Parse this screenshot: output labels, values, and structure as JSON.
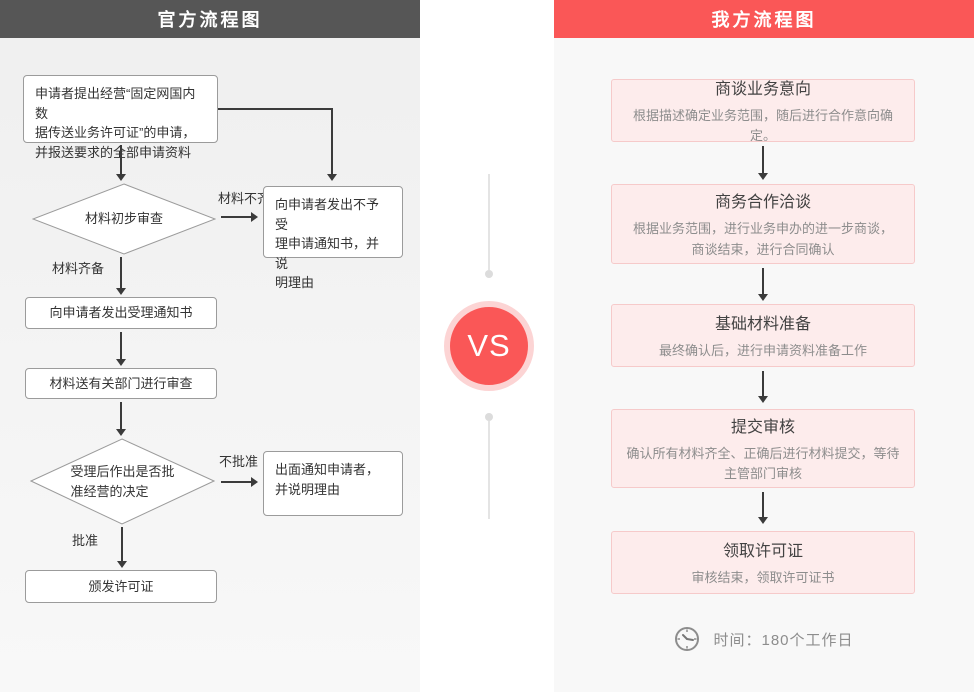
{
  "colors": {
    "accent": "#fa5757",
    "accent_ring": "#fcd4d4",
    "header_dark": "#565656",
    "pink_bg": "#fdecec",
    "pink_border": "#f6caca",
    "box_border": "#9b9b9b",
    "arrow": "#3b3b3b",
    "text_dark": "#424242",
    "text_gray": "#8d8d8d",
    "box_text": "#333333",
    "divider_line": "#e4e4e4",
    "divider_dot": "#dcdcdc"
  },
  "vs_badge": "VS",
  "official": {
    "title": "官方流程图",
    "apply": "申请者提出经营“固定网国内数\n据传送业务许可证”的申请，\n并报送要求的全部申请资料",
    "review": "材料初步审查",
    "label_incomplete": "材料不齐",
    "label_complete": "材料齐备",
    "reject_notice": "向申请者发出不予受\n理申请通知书，并说\n明理由",
    "accept_notice": "向申请者发出受理通知书",
    "dept_review": "材料送有关部门进行审查",
    "decision": "受理后作出是否批\n准经营的决定",
    "label_not_approved": "不批准",
    "label_approved": "批准",
    "reject_inform": "出面通知申请者，\n并说明理由",
    "issue_license": "颁发许可证"
  },
  "ours": {
    "title": "我方流程图",
    "steps": [
      {
        "title": "商谈业务意向",
        "desc": "根据描述确定业务范围，随后进行合作意向确定。"
      },
      {
        "title": "商务合作洽谈",
        "desc": "根据业务范围，进行业务申办的进一步商谈，\n商谈结束，进行合同确认"
      },
      {
        "title": "基础材料准备",
        "desc": "最终确认后，进行申请资料准备工作"
      },
      {
        "title": "提交审核",
        "desc": "确认所有材料齐全、正确后进行材料提交，等待\n主管部门审核"
      },
      {
        "title": "领取许可证",
        "desc": "审核结束，领取许可证书"
      }
    ],
    "time_icon": "clock",
    "time_note": "时间：180个工作日"
  }
}
